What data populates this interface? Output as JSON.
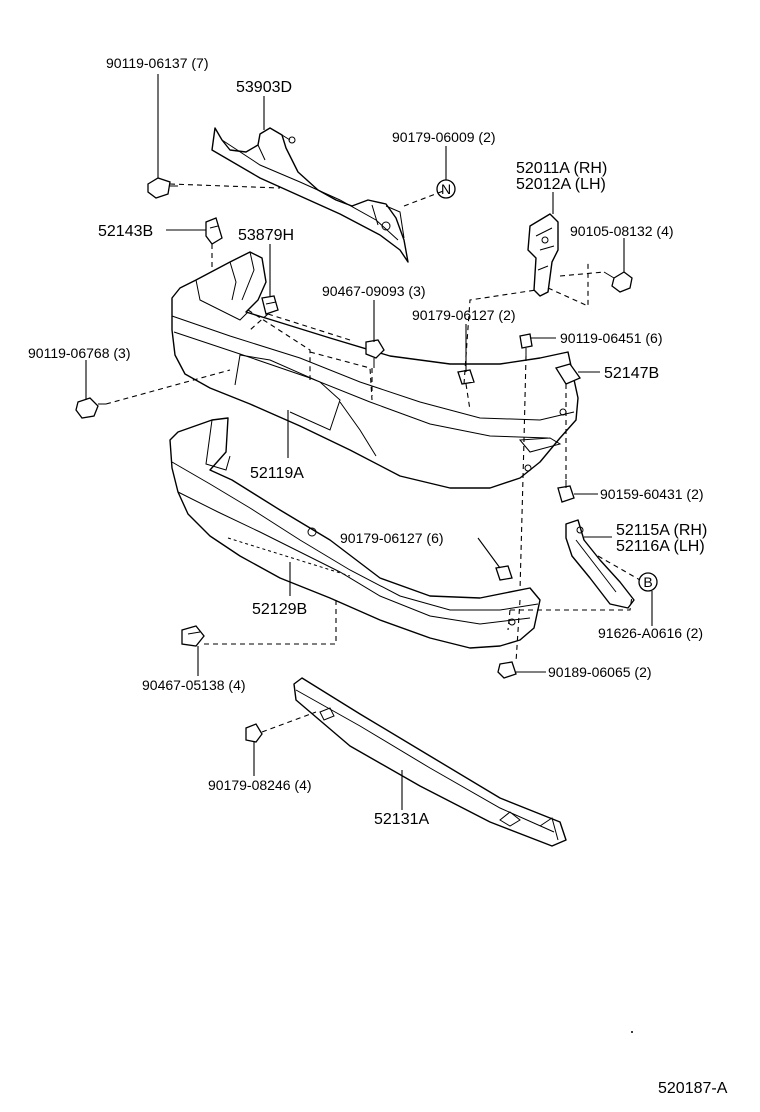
{
  "labels": {
    "p90119_06137": "90119-06137 (7)",
    "p53903D": "53903D",
    "p90179_06009": "90179-06009 (2)",
    "p52011A": "52011A (RH)",
    "p52012A": "52012A (LH)",
    "p52143B": "52143B",
    "p53879H": "53879H",
    "p90105_08132": "90105-08132 (4)",
    "p90467_09093": "90467-09093 (3)",
    "p90179_06127_2": "90179-06127 (2)",
    "p90119_06451": "90119-06451 (6)",
    "p90119_06768": "90119-06768 (3)",
    "p52147B": "52147B",
    "p52119A": "52119A",
    "p90159_60431": "90159-60431 (2)",
    "p90179_06127_6": "90179-06127 (6)",
    "p52115A": "52115A (RH)",
    "p52116A": "52116A (LH)",
    "p52129B": "52129B",
    "p91626_A0616": "91626-A0616 (2)",
    "p90467_05138": "90467-05138 (4)",
    "p90189_06065": "90189-06065 (2)",
    "p90179_08246": "90179-08246 (4)",
    "p52131A": "52131A"
  },
  "markers": {
    "N": "N",
    "B": "B"
  },
  "diagram_code": "520187-A"
}
